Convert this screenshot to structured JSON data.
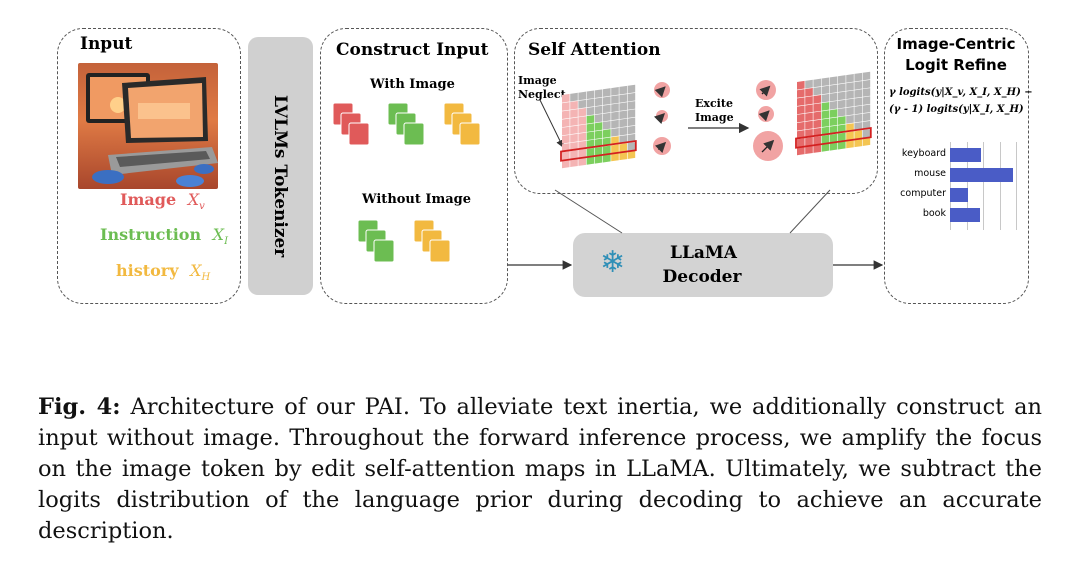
{
  "input": {
    "title": "Input",
    "image_label": "Image",
    "image_symbol": "X",
    "image_sub": "v",
    "instruction_label": "Instruction",
    "instruction_symbol": "X",
    "instruction_sub": "I",
    "history_label": "history",
    "history_symbol": "X",
    "history_sub": "H"
  },
  "tokenizer": {
    "label": "LVLMs Tokenizer"
  },
  "construct": {
    "title": "Construct Input",
    "with_image": "With Image",
    "without_image": "Without Image"
  },
  "self_attention": {
    "title": "Self Attention",
    "image_neglect": "Image Neglect",
    "excite_image": "Excite Image"
  },
  "decoder": {
    "line1": "LLaMA",
    "line2": "Decoder"
  },
  "refine": {
    "title_line1": "Image-Centric",
    "title_line2": "Logit Refine",
    "formula_line1": "γ logits(y|X_v, X_I, X_H) −",
    "formula_line2": "(γ - 1)  logits(y|X_I, X_H)",
    "chart": {
      "type": "bar",
      "categories": [
        "keyboard",
        "mouse",
        "computer",
        "book"
      ],
      "values": [
        0.47,
        0.95,
        0.28,
        0.46
      ],
      "xlim": [
        0,
        1
      ]
    }
  },
  "caption": {
    "fig": "Fig. 4:",
    "text": "Architecture of our PAI. To alleviate text inertia, we additionally construct an input without image. Throughout the forward inference process, we amplify the focus on the image token by edit self-attention maps in LLaMA. Ultimately, we subtract the logits distribution of the language prior during decoding to achieve an accurate description."
  },
  "colors": {
    "image": "#e05a5a",
    "instruction": "#6cbd52",
    "history": "#f2b940",
    "bar": "#4a5cc6",
    "token_box": "#d0d0d0",
    "snowflake": "#2f8fb7"
  }
}
